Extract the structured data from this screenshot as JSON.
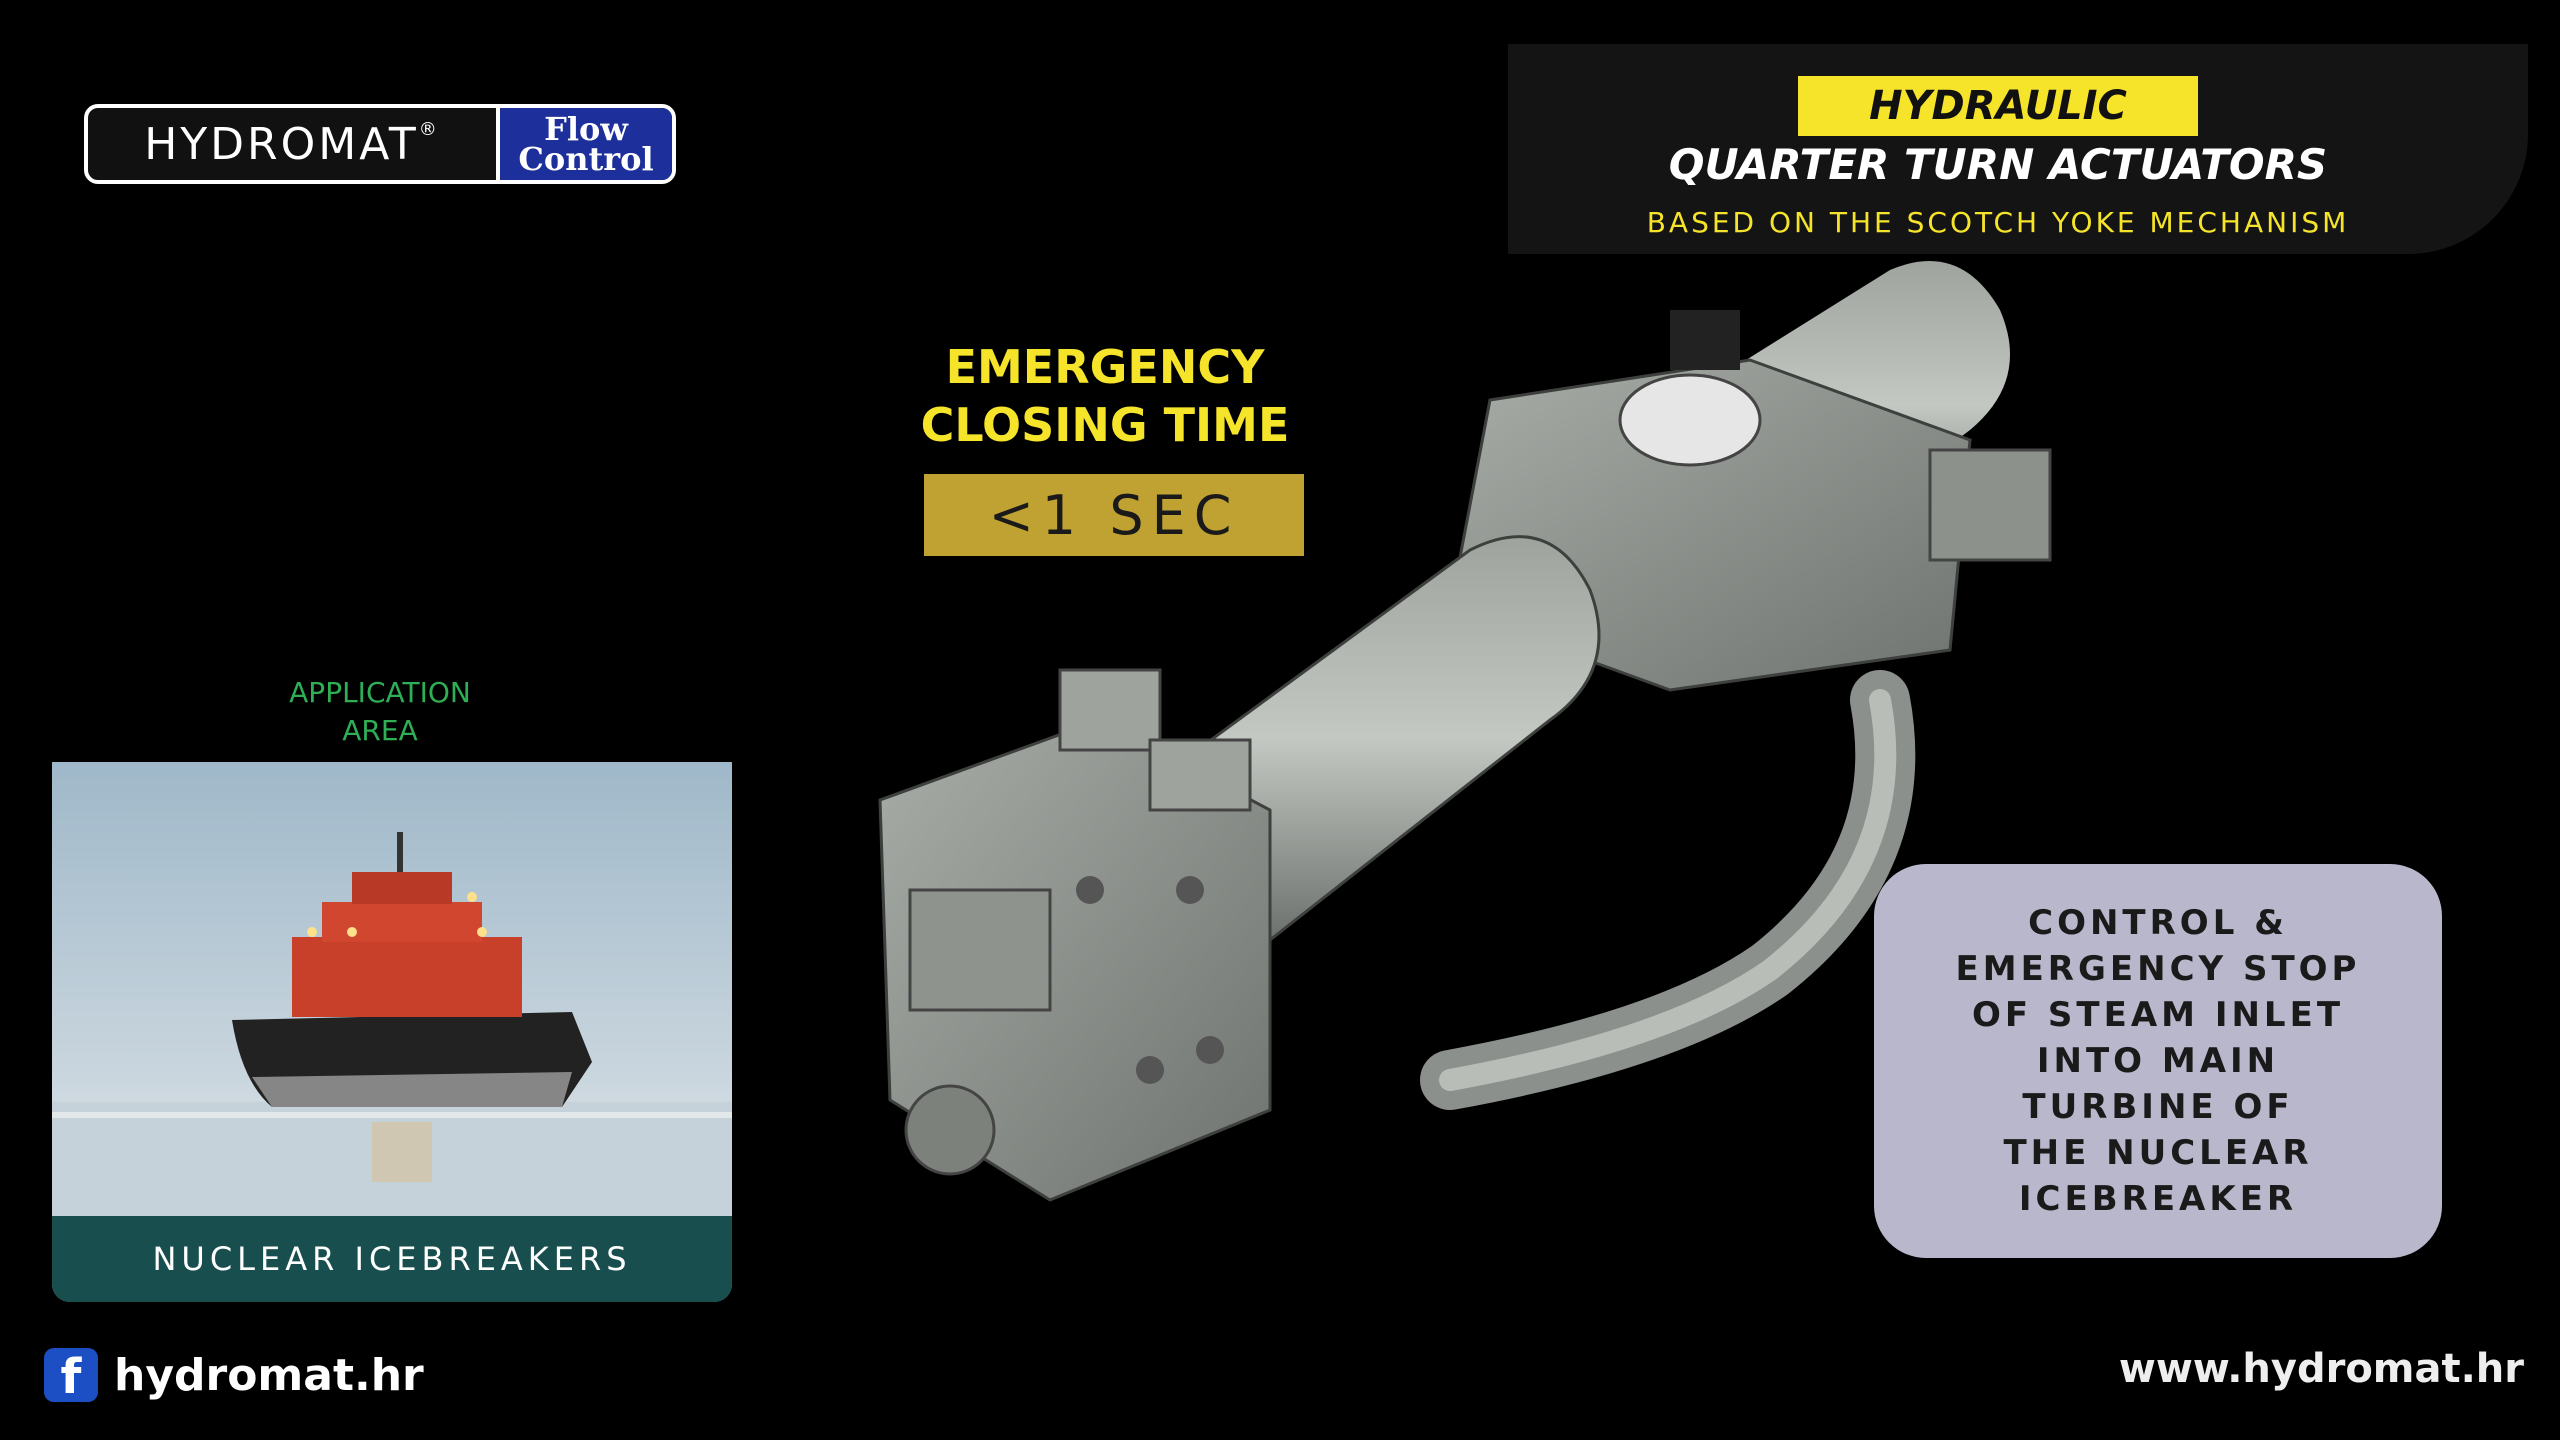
{
  "logo": {
    "brand": "HYDROMAT",
    "reg": "®",
    "product_line1": "Flow",
    "product_line2": "Control"
  },
  "banner": {
    "tag": "HYDRAULIC",
    "title": "QUARTER TURN ACTUATORS",
    "subtitle": "BASED ON THE SCOTCH YOKE MECHANISM"
  },
  "emergency": {
    "line1": "EMERGENCY",
    "line2": "CLOSING TIME",
    "value": "<1 SEC"
  },
  "application": {
    "label_line1": "APPLICATION",
    "label_line2": "AREA",
    "caption": "NUCLEAR ICEBREAKERS"
  },
  "callout": {
    "lines": [
      "CONTROL &",
      "EMERGENCY STOP",
      "OF STEAM INLET",
      "INTO MAIN",
      "TURBINE OF",
      "THE NUCLEAR",
      "ICEBREAKER"
    ]
  },
  "footer": {
    "facebook": "hydromat.hr",
    "website": "www.hydromat.hr"
  },
  "colors": {
    "accent_yellow": "#f5e42a",
    "gold_box": "#bfa232",
    "green_label": "#2eae55",
    "caption_teal": "#184e4e",
    "callout_bg": "#b8b7cc",
    "fc_blue": "#1c2f9a"
  },
  "icons": {
    "facebook": "facebook-icon"
  }
}
